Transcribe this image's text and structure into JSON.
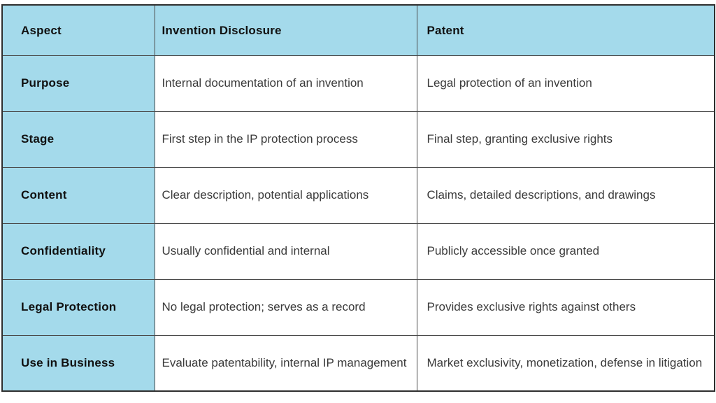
{
  "table": {
    "columns": {
      "aspect": "Aspect",
      "invention_disclosure": "Invention Disclosure",
      "patent": "Patent"
    },
    "rows": [
      {
        "aspect": "Purpose",
        "invention_disclosure": "Internal documentation of an invention",
        "patent": "Legal protection of an invention"
      },
      {
        "aspect": "Stage",
        "invention_disclosure": "First step in the IP protection process",
        "patent": "Final step, granting exclusive rights"
      },
      {
        "aspect": "Content",
        "invention_disclosure": "Clear description, potential applications",
        "patent": "Claims, detailed descriptions, and drawings"
      },
      {
        "aspect": "Confidentiality",
        "invention_disclosure": "Usually confidential and internal",
        "patent": "Publicly accessible once granted"
      },
      {
        "aspect": "Legal Protection",
        "invention_disclosure": "No legal protection; serves as a record",
        "patent": "Provides exclusive rights against others"
      },
      {
        "aspect": "Use in Business",
        "invention_disclosure": "Evaluate patentability, internal IP management",
        "patent": "Market exclusivity, monetization, defense in litigation"
      }
    ],
    "colors": {
      "accent_blue": "#a4daeb",
      "cell_white": "#ffffff",
      "border_dark": "#4a4a4a",
      "header_text": "#111111",
      "body_text": "#3a3a3a"
    }
  }
}
